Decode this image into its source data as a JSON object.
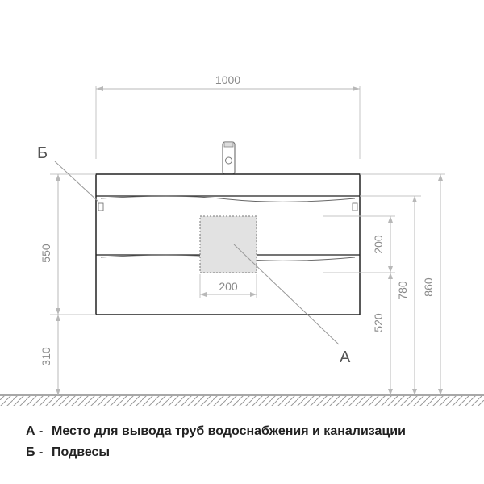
{
  "dimensions": {
    "width_total": "1000",
    "height_cabinet": "550",
    "height_floor_gap": "310",
    "opening_width": "200",
    "opening_height": "200",
    "opening_floor_height": "520",
    "height_780": "780",
    "height_860": "860"
  },
  "callouts": {
    "a": "А",
    "b": "Б"
  },
  "legend": [
    {
      "key": "А -",
      "text": "Место для вывода труб водоснабжения и канализации"
    },
    {
      "key": "Б -",
      "text": "Подвесы"
    }
  ]
}
